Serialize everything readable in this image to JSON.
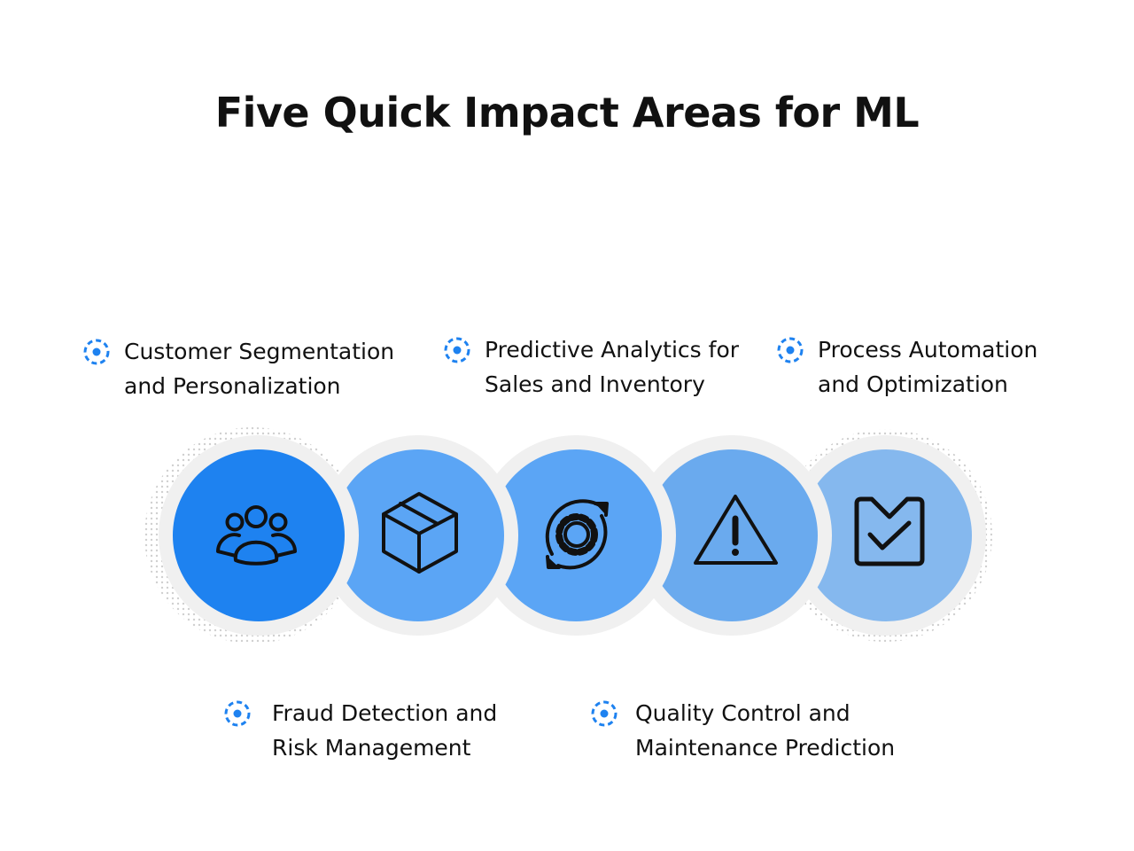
{
  "title": "Five Quick Impact Areas for ML",
  "colors": {
    "accent": "#1e82f0",
    "ring": "#f0f0f0"
  },
  "areas": [
    {
      "line1": "Customer Segmentation",
      "line2": "and Personalization",
      "icon": "people-icon",
      "color": "#1e82f0"
    },
    {
      "line1": "Predictive Analytics for",
      "line2": "Sales and Inventory",
      "icon": "box-icon",
      "color": "#5ba5f5"
    },
    {
      "line1": "Process Automation",
      "line2": "and Optimization",
      "icon": "gear-refresh-icon",
      "color": "#5ba5f5"
    },
    {
      "line1": "Fraud Detection and",
      "line2": "Risk Management",
      "icon": "warning-icon",
      "color": "#6aaaee"
    },
    {
      "line1": "Quality Control and",
      "line2": "Maintenance Prediction",
      "icon": "clipboard-check-icon",
      "color": "#85b8ee"
    }
  ]
}
